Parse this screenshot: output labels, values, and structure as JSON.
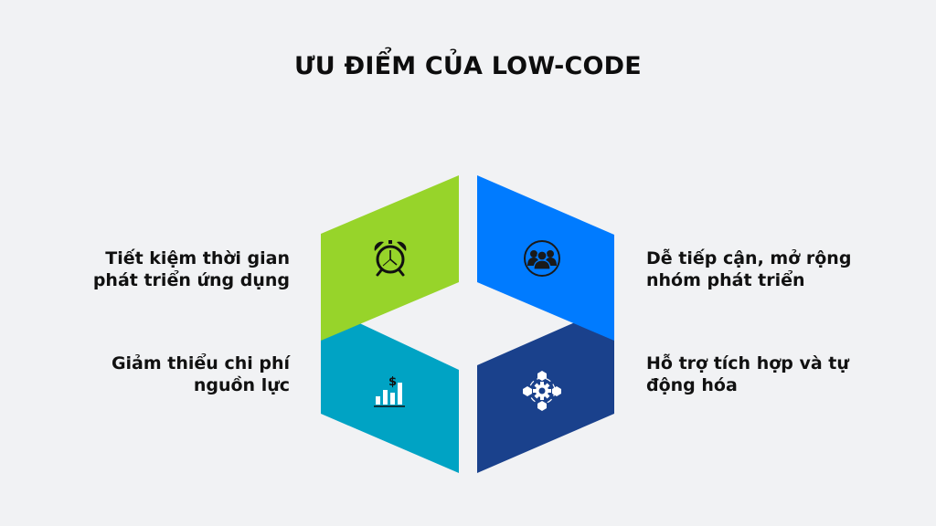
{
  "title": "ƯU ĐIỂM CỦA LOW-CODE",
  "colors": {
    "background": "#f1f2f4",
    "green": "#97d42a",
    "blue": "#007bff",
    "teal": "#00a3c4",
    "navy": "#1a418c"
  },
  "segments": [
    {
      "position": "top-left",
      "icon": "alarm-clock-icon",
      "lines": [
        "Tiết kiệm thời gian",
        "phát triển ứng dụng"
      ]
    },
    {
      "position": "top-right",
      "icon": "team-group-icon",
      "lines": [
        "Dễ tiếp cận, mở rộng",
        "nhóm phát triển"
      ]
    },
    {
      "position": "bottom-left",
      "icon": "cost-chart-icon",
      "lines": [
        "Giảm thiểu chi phí",
        "nguồn lực"
      ]
    },
    {
      "position": "bottom-right",
      "icon": "integration-gear-icon",
      "lines": [
        "Hỗ trợ tích hợp và tự",
        "động hóa"
      ]
    }
  ]
}
